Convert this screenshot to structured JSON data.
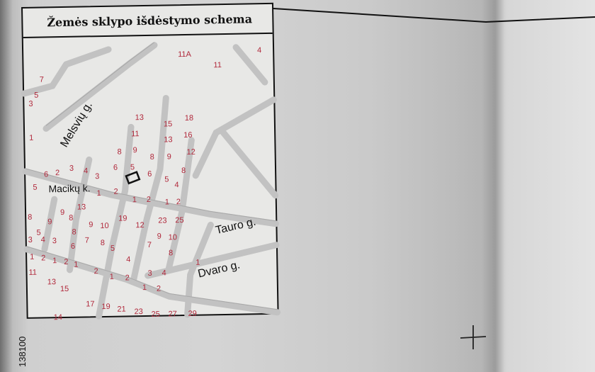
{
  "map": {
    "title": "Žemės sklypo išdėstymo schema",
    "street_labels": {
      "melsviu": "Melsvių g.",
      "maciku": "Macikų k.",
      "tauro": "Tauro g.",
      "dvaro": "Dvaro g."
    },
    "house_numbers": [
      "11A",
      "11",
      "4",
      "7",
      "5",
      "3",
      "1",
      "13",
      "15",
      "18",
      "11",
      "13",
      "16",
      "8",
      "9",
      "8",
      "9",
      "12",
      "6",
      "5",
      "6",
      "8",
      "5",
      "4",
      "6",
      "2",
      "3",
      "4",
      "3",
      "1",
      "2",
      "5",
      "1",
      "2",
      "1",
      "2",
      "13",
      "8",
      "9",
      "9",
      "8",
      "9",
      "10",
      "19",
      "12",
      "23",
      "25",
      "5",
      "8",
      "3",
      "4",
      "3",
      "6",
      "7",
      "8",
      "5",
      "7",
      "9",
      "10",
      "8",
      "1",
      "2",
      "1",
      "2",
      "1",
      "2",
      "1",
      "2",
      "4",
      "3",
      "4",
      "1",
      "11",
      "13",
      "15",
      "1",
      "2",
      "17",
      "19",
      "21",
      "23",
      "25",
      "27",
      "29",
      "14"
    ],
    "colors": {
      "numbers": "#b0273a",
      "roads": "#c4c4c4",
      "frame": "#111111"
    }
  },
  "margin_number": "138100"
}
